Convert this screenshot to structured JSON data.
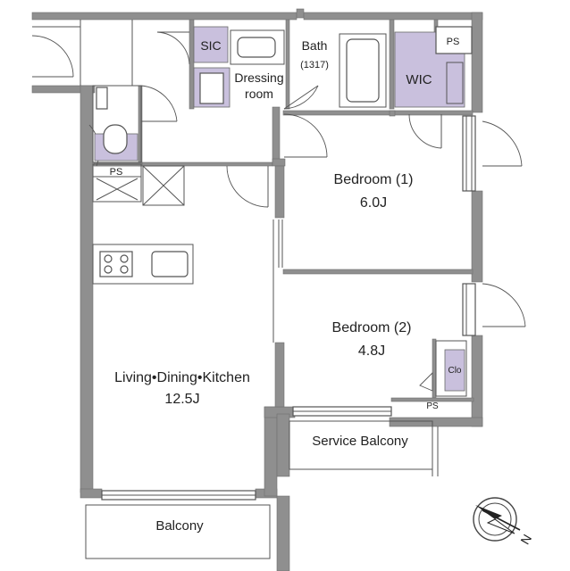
{
  "rooms": {
    "sic": "SIC",
    "bath": "Bath",
    "bath_size": "(1317)",
    "dressing_1": "Dressing",
    "dressing_2": "room",
    "ps_top": "PS",
    "wic": "WIC",
    "ps_toilet": "PS",
    "bedroom1_name": "Bedroom (1)",
    "bedroom1_size": "6.0J",
    "bedroom2_name": "Bedroom (2)",
    "bedroom2_size": "4.8J",
    "clo": "Clo",
    "ps_bottom": "PS",
    "ldk_name": "Living•Dining•Kitchen",
    "ldk_size": "12.5J",
    "service_balcony": "Service Balcony",
    "balcony": "Balcony"
  },
  "compass": {
    "label": "N",
    "icon": "compass-icon"
  },
  "colors": {
    "wall": "#8f8f8f",
    "storage": "#c9c0dd",
    "line": "#555555"
  }
}
